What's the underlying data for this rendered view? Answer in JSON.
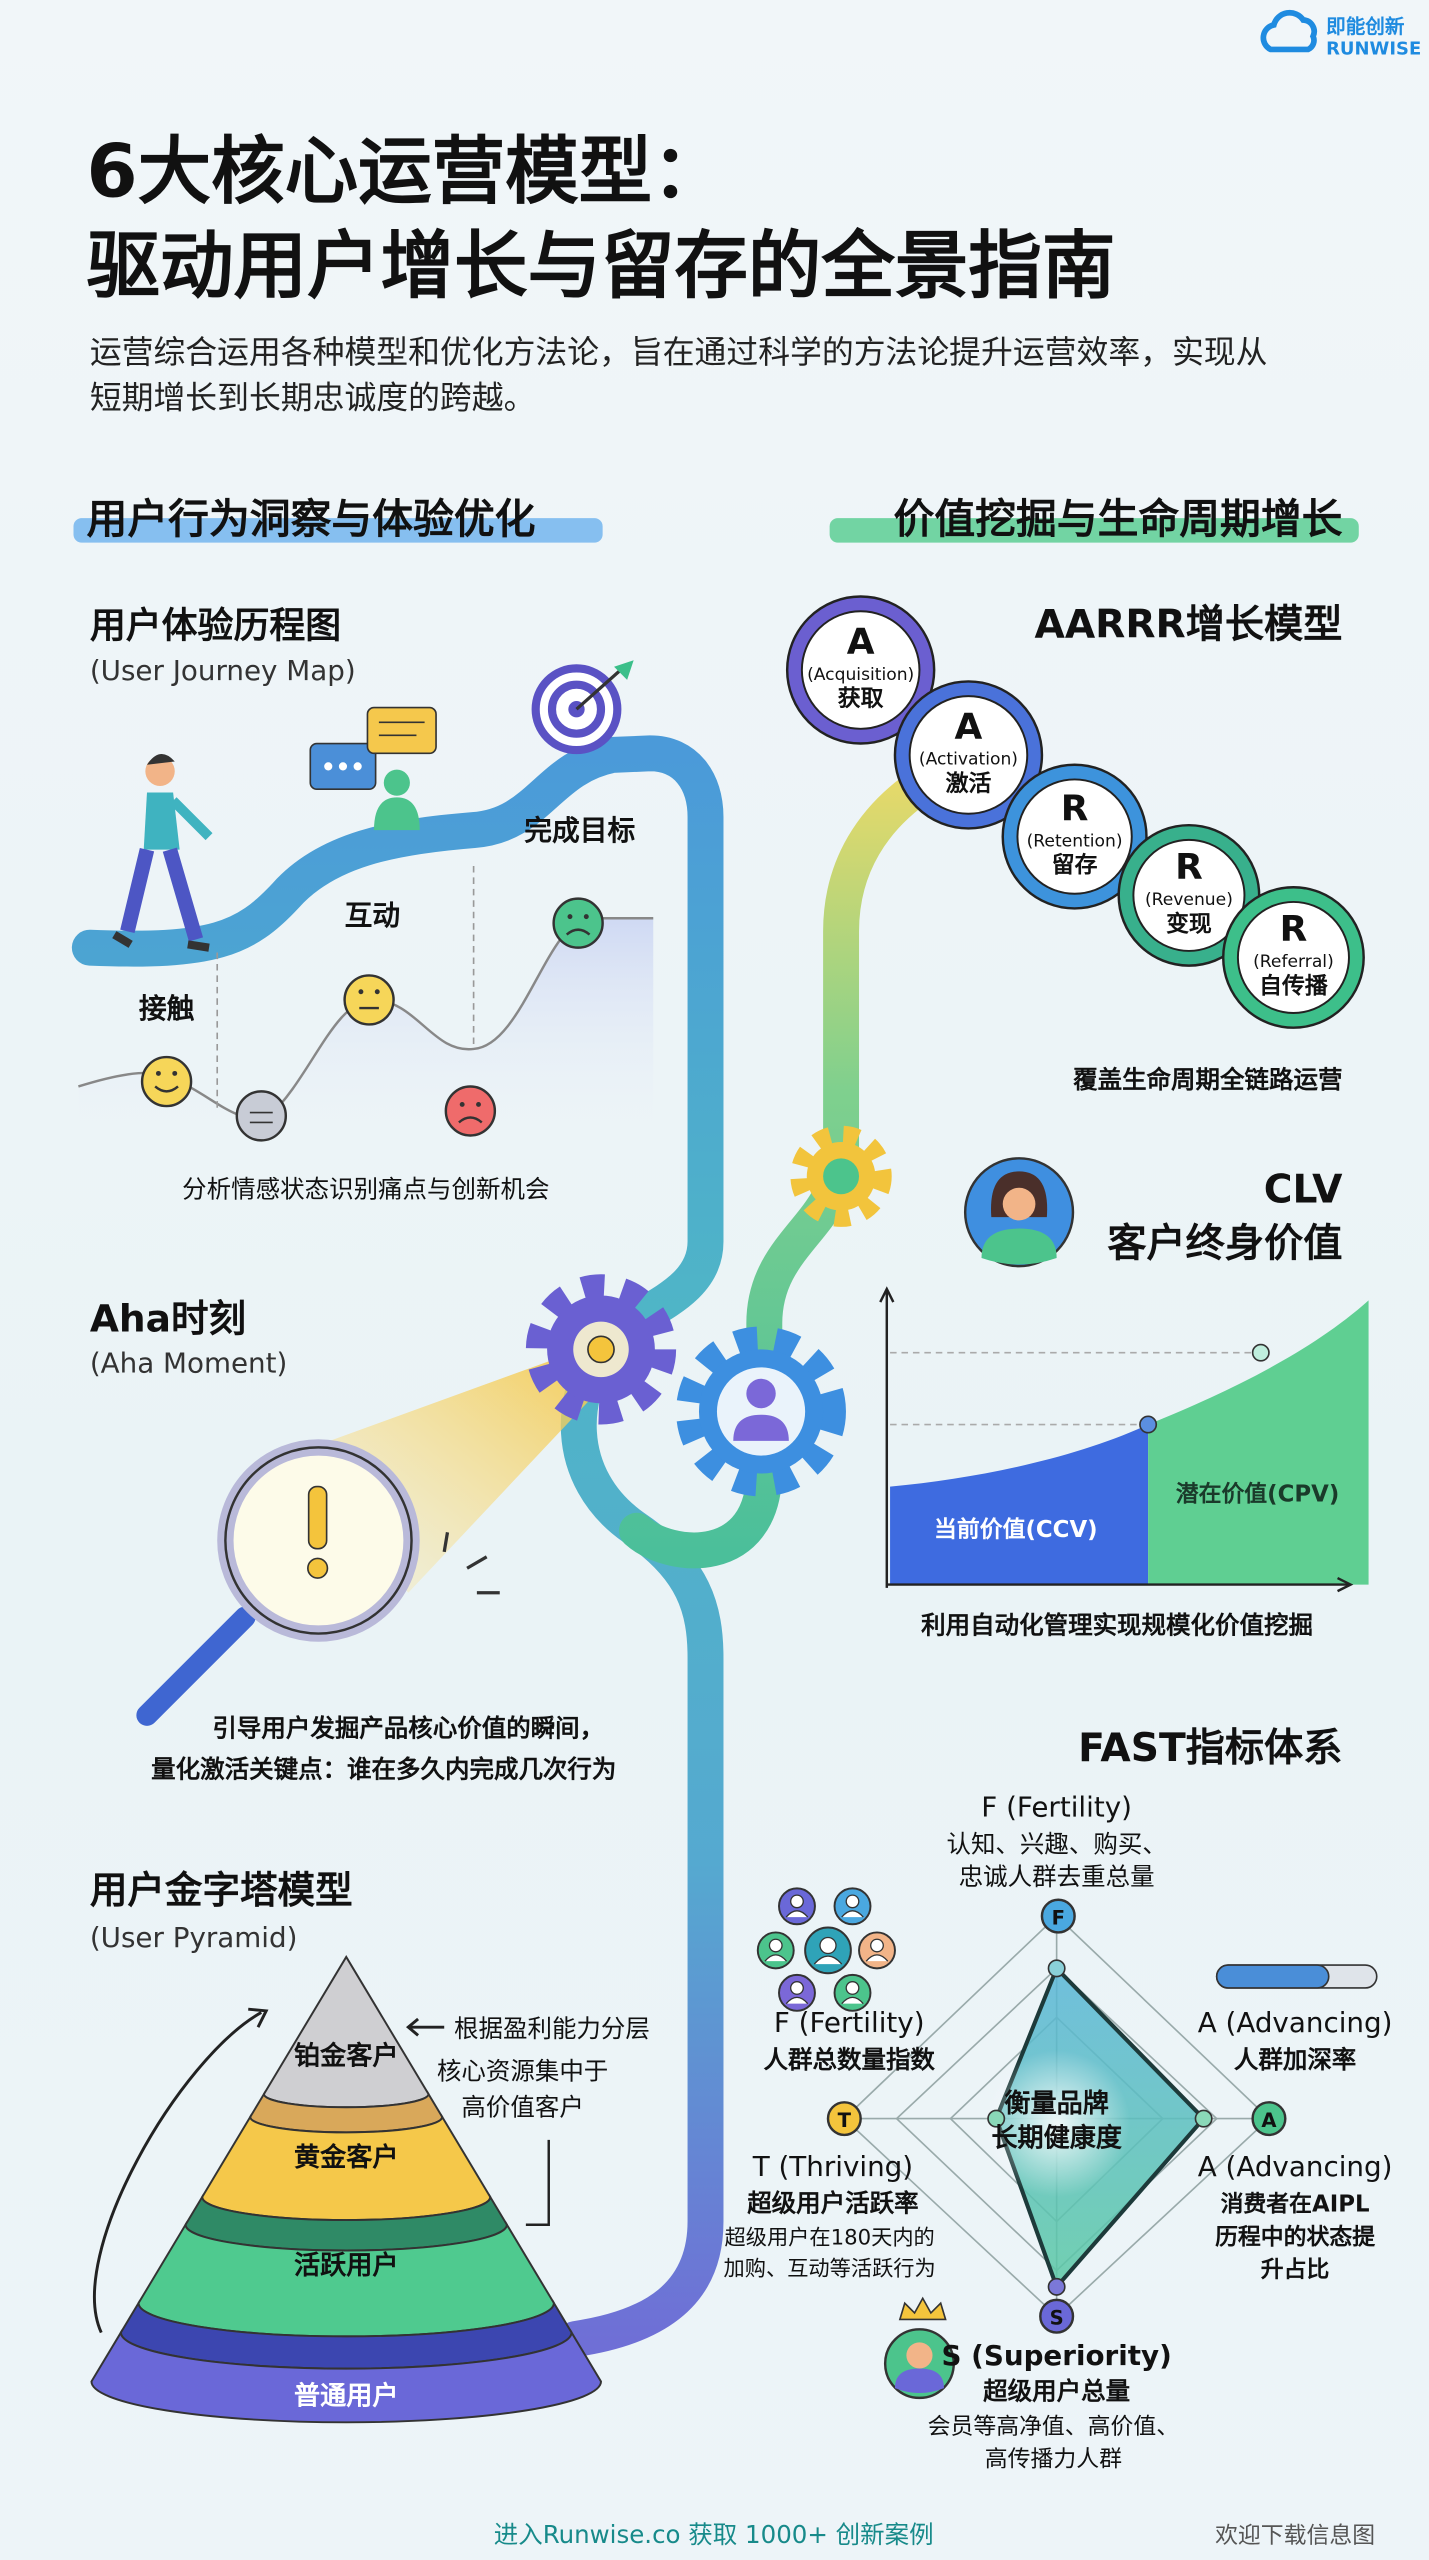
{
  "logo": {
    "cn": "即能创新",
    "en": "RUNWISE"
  },
  "title": {
    "line1": "6大核心运营模型：",
    "line2": "驱动用户增长与留存的全景指南"
  },
  "subtitle": {
    "line1": "运营综合运用各种模型和优化方法论，旨在通过科学的方法论提升运营效率，实现从",
    "line2": "短期增长到长期忠诚度的跨越。"
  },
  "sections": {
    "left": "用户行为洞察与体验优化",
    "right": "价值挖掘与生命周期增长"
  },
  "journey": {
    "title": "用户体验历程图",
    "subtitle": "(User Journey Map)",
    "stages": [
      "接触",
      "互动",
      "完成目标"
    ],
    "caption": "分析情感状态识别痛点与创新机会"
  },
  "aha": {
    "title": "Aha时刻",
    "subtitle": "(Aha Moment)",
    "caption1": "引导用户发掘产品核心价值的瞬间，",
    "caption2": "量化激活关键点：谁在多久内完成几次行为"
  },
  "pyramid": {
    "title": "用户金字塔模型",
    "subtitle": "(User Pyramid)",
    "layers": [
      "铂金客户",
      "黄金客户",
      "活跃用户",
      "普通用户"
    ],
    "note1": "根据盈利能力分层",
    "note2": "核心资源集中于",
    "note3": "高价值客户"
  },
  "aarrr": {
    "title": "AARRR增长模型",
    "steps": [
      {
        "letter": "A",
        "en": "(Acquisition)",
        "cn": "获取",
        "color": "#6b5fd0"
      },
      {
        "letter": "A",
        "en": "(Activation)",
        "cn": "激活",
        "color": "#4a72da"
      },
      {
        "letter": "R",
        "en": "(Retention)",
        "cn": "留存",
        "color": "#3d93dc"
      },
      {
        "letter": "R",
        "en": "(Revenue)",
        "cn": "变现",
        "color": "#38b08c"
      },
      {
        "letter": "R",
        "en": "(Referral)",
        "cn": "自传播",
        "color": "#3dbf8a"
      }
    ],
    "caption": "覆盖生命周期全链路运营"
  },
  "clv": {
    "title": "CLV",
    "subtitle": "客户终身价值",
    "ccv": "当前价值(CCV)",
    "cpv": "潜在价值(CPV)",
    "caption": "利用自动化管理实现规模化价值挖掘"
  },
  "fast": {
    "title": "FAST指标体系",
    "center1": "衡量品牌",
    "center2": "长期健康度",
    "top": {
      "name": "F (Fertility)",
      "l1": "认知、兴趣、购买、",
      "l2": "忠诚人群去重总量"
    },
    "left": {
      "name": "F (Fertility)",
      "l1": "人群总数量指数"
    },
    "right": {
      "name": "A (Advancing)",
      "l1": "人群加深率"
    },
    "thriving": {
      "name": "T (Thriving)",
      "l1": "超级用户活跃率",
      "l2": "超级用户在180天内的",
      "l3": "加购、互动等活跃行为"
    },
    "advancing2": {
      "name": "A (Advancing)",
      "l1": "消费者在AIPL",
      "l2": "历程中的状态提",
      "l3": "升占比"
    },
    "superiority": {
      "name": "S (Superiority)",
      "l1": "超级用户总量",
      "l2": "会员等高净值、高价值、",
      "l3": "高传播力人群"
    },
    "nodes": {
      "f": "F",
      "a": "A",
      "t": "T",
      "s": "S"
    },
    "progress": 0.7
  },
  "footer": {
    "cta": "进入Runwise.co 获取 1000+ 创新案例",
    "right": "欢迎下载信息图"
  }
}
